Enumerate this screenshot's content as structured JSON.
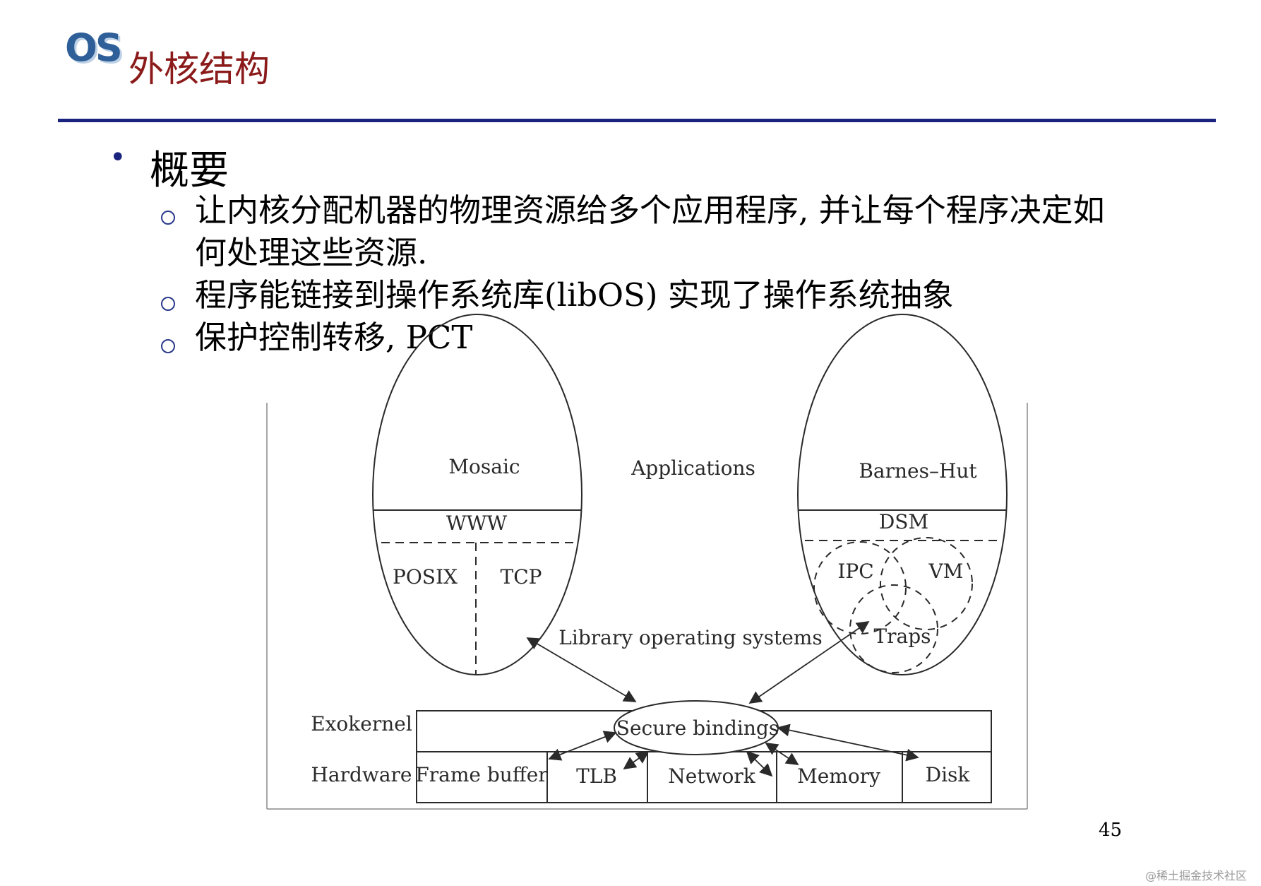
{
  "slide": {
    "logo": "OS",
    "title": "外核结构",
    "heading": "概要",
    "points": [
      {
        "text": "让内核分配机器的物理资源给多个应用程序, 并让每个程序决定如何处理这些资源."
      },
      {
        "text": "程序能链接到操作系统库(libOS) 实现了操作系统抽象"
      },
      {
        "text": "保护控制转移, PCT"
      }
    ],
    "page_number": "45",
    "watermark": "@稀土掘金技术社区"
  },
  "diagram": {
    "applications": "Applications",
    "libos_label": "Library operating systems",
    "left_app": {
      "top": "Mosaic",
      "mid": "WWW",
      "left": "POSIX",
      "right": "TCP"
    },
    "right_app": {
      "top": "Barnes–Hut",
      "mid": "DSM",
      "ipc": "IPC",
      "vm": "VM",
      "traps": "Traps"
    },
    "exokernel": "Exokernel",
    "hardware": "Hardware",
    "secure_bindings": "Secure bindings",
    "hw_cells": [
      "Frame buffer",
      "TLB",
      "Network",
      "Memory",
      "Disk"
    ]
  },
  "colors": {
    "title": "#8b1a1a",
    "rule": "#1a237e",
    "logo": "#2f5f98"
  }
}
